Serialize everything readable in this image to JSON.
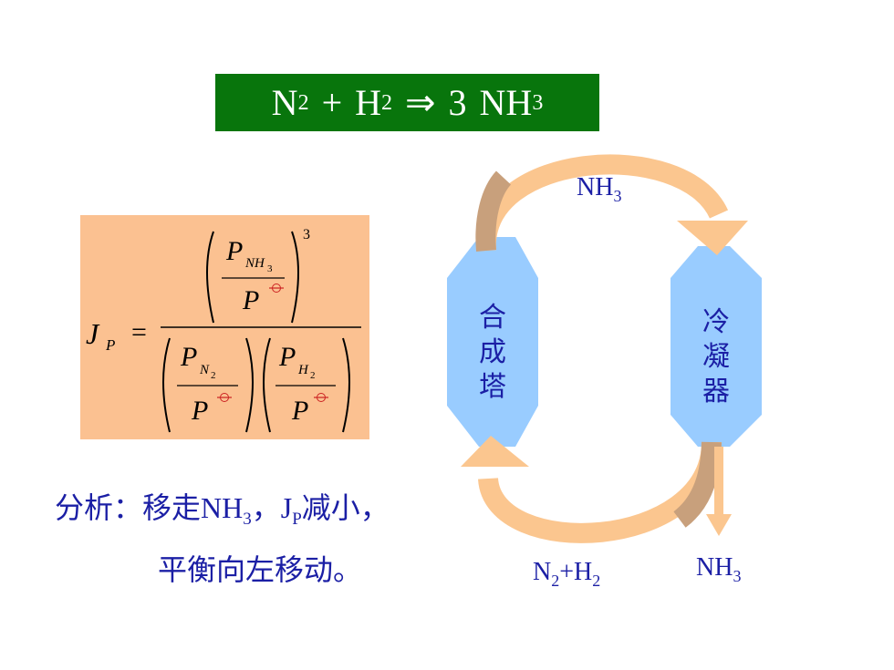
{
  "equation": {
    "n": "N",
    "n_sub": "2",
    "plus": "+",
    "h": "H",
    "h_sub": "2",
    "arrow": "⇒",
    "coef": "3",
    "nh": "NH",
    "nh_sub": "3"
  },
  "formula": {
    "lhs": "J",
    "lhs_sub": "P",
    "equals": "=",
    "exp": "3",
    "p": "P",
    "sub_nh3_base": "NH",
    "sub_nh3_idx": "3",
    "sub_n2_base": "N",
    "sub_n2_idx": "2",
    "sub_h2_base": "H",
    "sub_h2_idx": "2"
  },
  "analysis": {
    "prefix": "分析：移走",
    "nh": "NH",
    "nh_sub": "3",
    "comma1": "，",
    "j": "J",
    "j_sub": "P",
    "mid": "减小，",
    "line2": "平衡向左移动。"
  },
  "diagram": {
    "synthesis_tower": [
      "合",
      "成",
      "塔"
    ],
    "condenser": [
      "冷",
      "凝",
      "器"
    ],
    "top_label": {
      "base": "NH",
      "sub": "3"
    },
    "bottom_left_label": {
      "a": "N",
      "a_sub": "2",
      "plus": "+",
      "b": "H",
      "b_sub": "2"
    },
    "bottom_right_label": {
      "base": "NH",
      "sub": "3"
    },
    "colors": {
      "tower": "#99ccff",
      "arrow_light": "#fbc68f",
      "arrow_dark": "#c8a07c"
    }
  }
}
